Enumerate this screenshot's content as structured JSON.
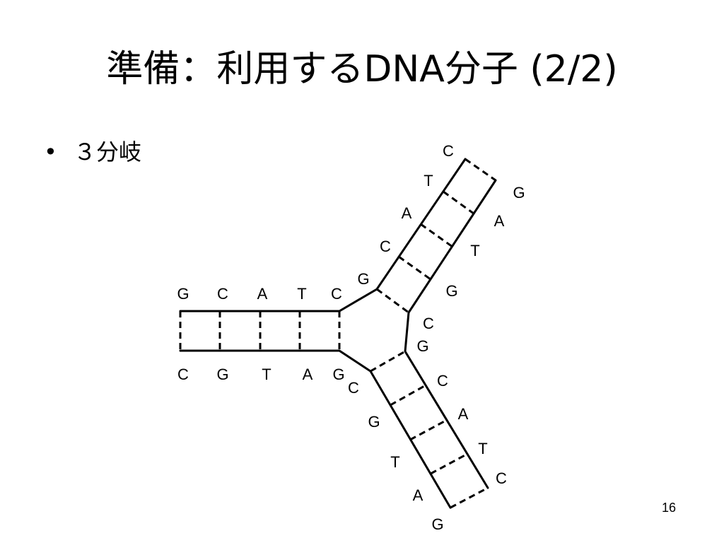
{
  "slide": {
    "title": "準備：利用するDNA分子 (2/2)",
    "bullet_marker": "•",
    "bullet": "３分岐",
    "page_number": "16"
  },
  "diagram": {
    "left_arm": {
      "top_strand": [
        "G",
        "C",
        "A",
        "T",
        "C"
      ],
      "bottom_strand": [
        "C",
        "G",
        "T",
        "A",
        "G"
      ]
    },
    "upper_arm": {
      "left_strand": [
        "G",
        "C",
        "A",
        "T",
        "C"
      ],
      "right_strand": [
        "C",
        "G",
        "T",
        "A",
        "G"
      ]
    },
    "lower_arm": {
      "left_strand": [
        "C",
        "G",
        "T",
        "A",
        "G"
      ],
      "right_strand": [
        "G",
        "C",
        "A",
        "T",
        "C"
      ]
    }
  }
}
